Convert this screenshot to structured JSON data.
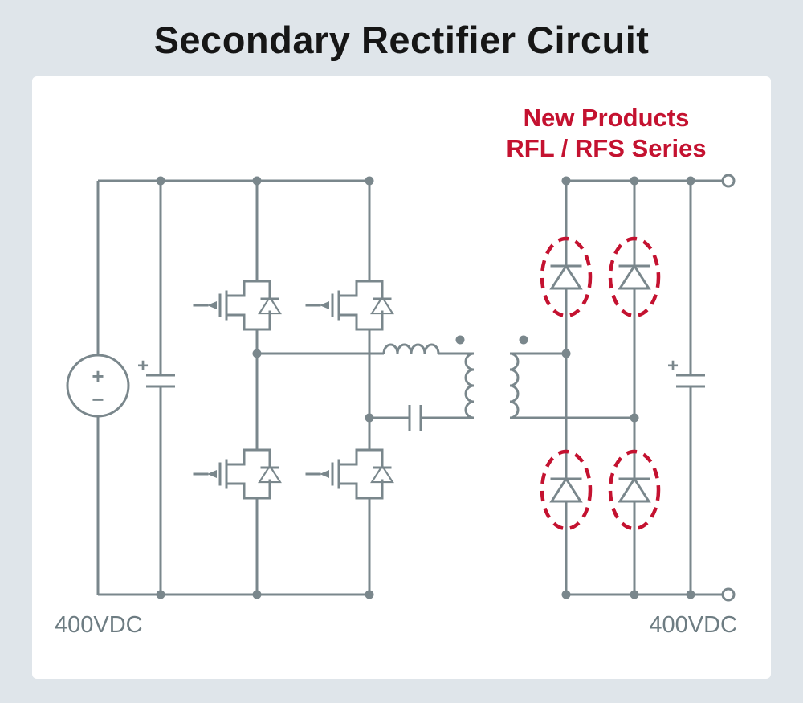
{
  "title": "Secondary Rectifier Circuit",
  "annotation": {
    "line1": "New Products",
    "line2": "RFL / RFS Series"
  },
  "labels": {
    "input_voltage": "400VDC",
    "output_voltage": "400VDC"
  },
  "symbols": {
    "source_plus": "+",
    "source_minus": "−",
    "input_cap_plus": "+",
    "output_cap_plus": "+"
  },
  "colors": {
    "background": "#dfe5ea",
    "panel": "#ffffff",
    "wire_gray": "#7a878c",
    "label_gray": "#6d7c82",
    "accent_red": "#c41230",
    "title_black": "#161616"
  }
}
